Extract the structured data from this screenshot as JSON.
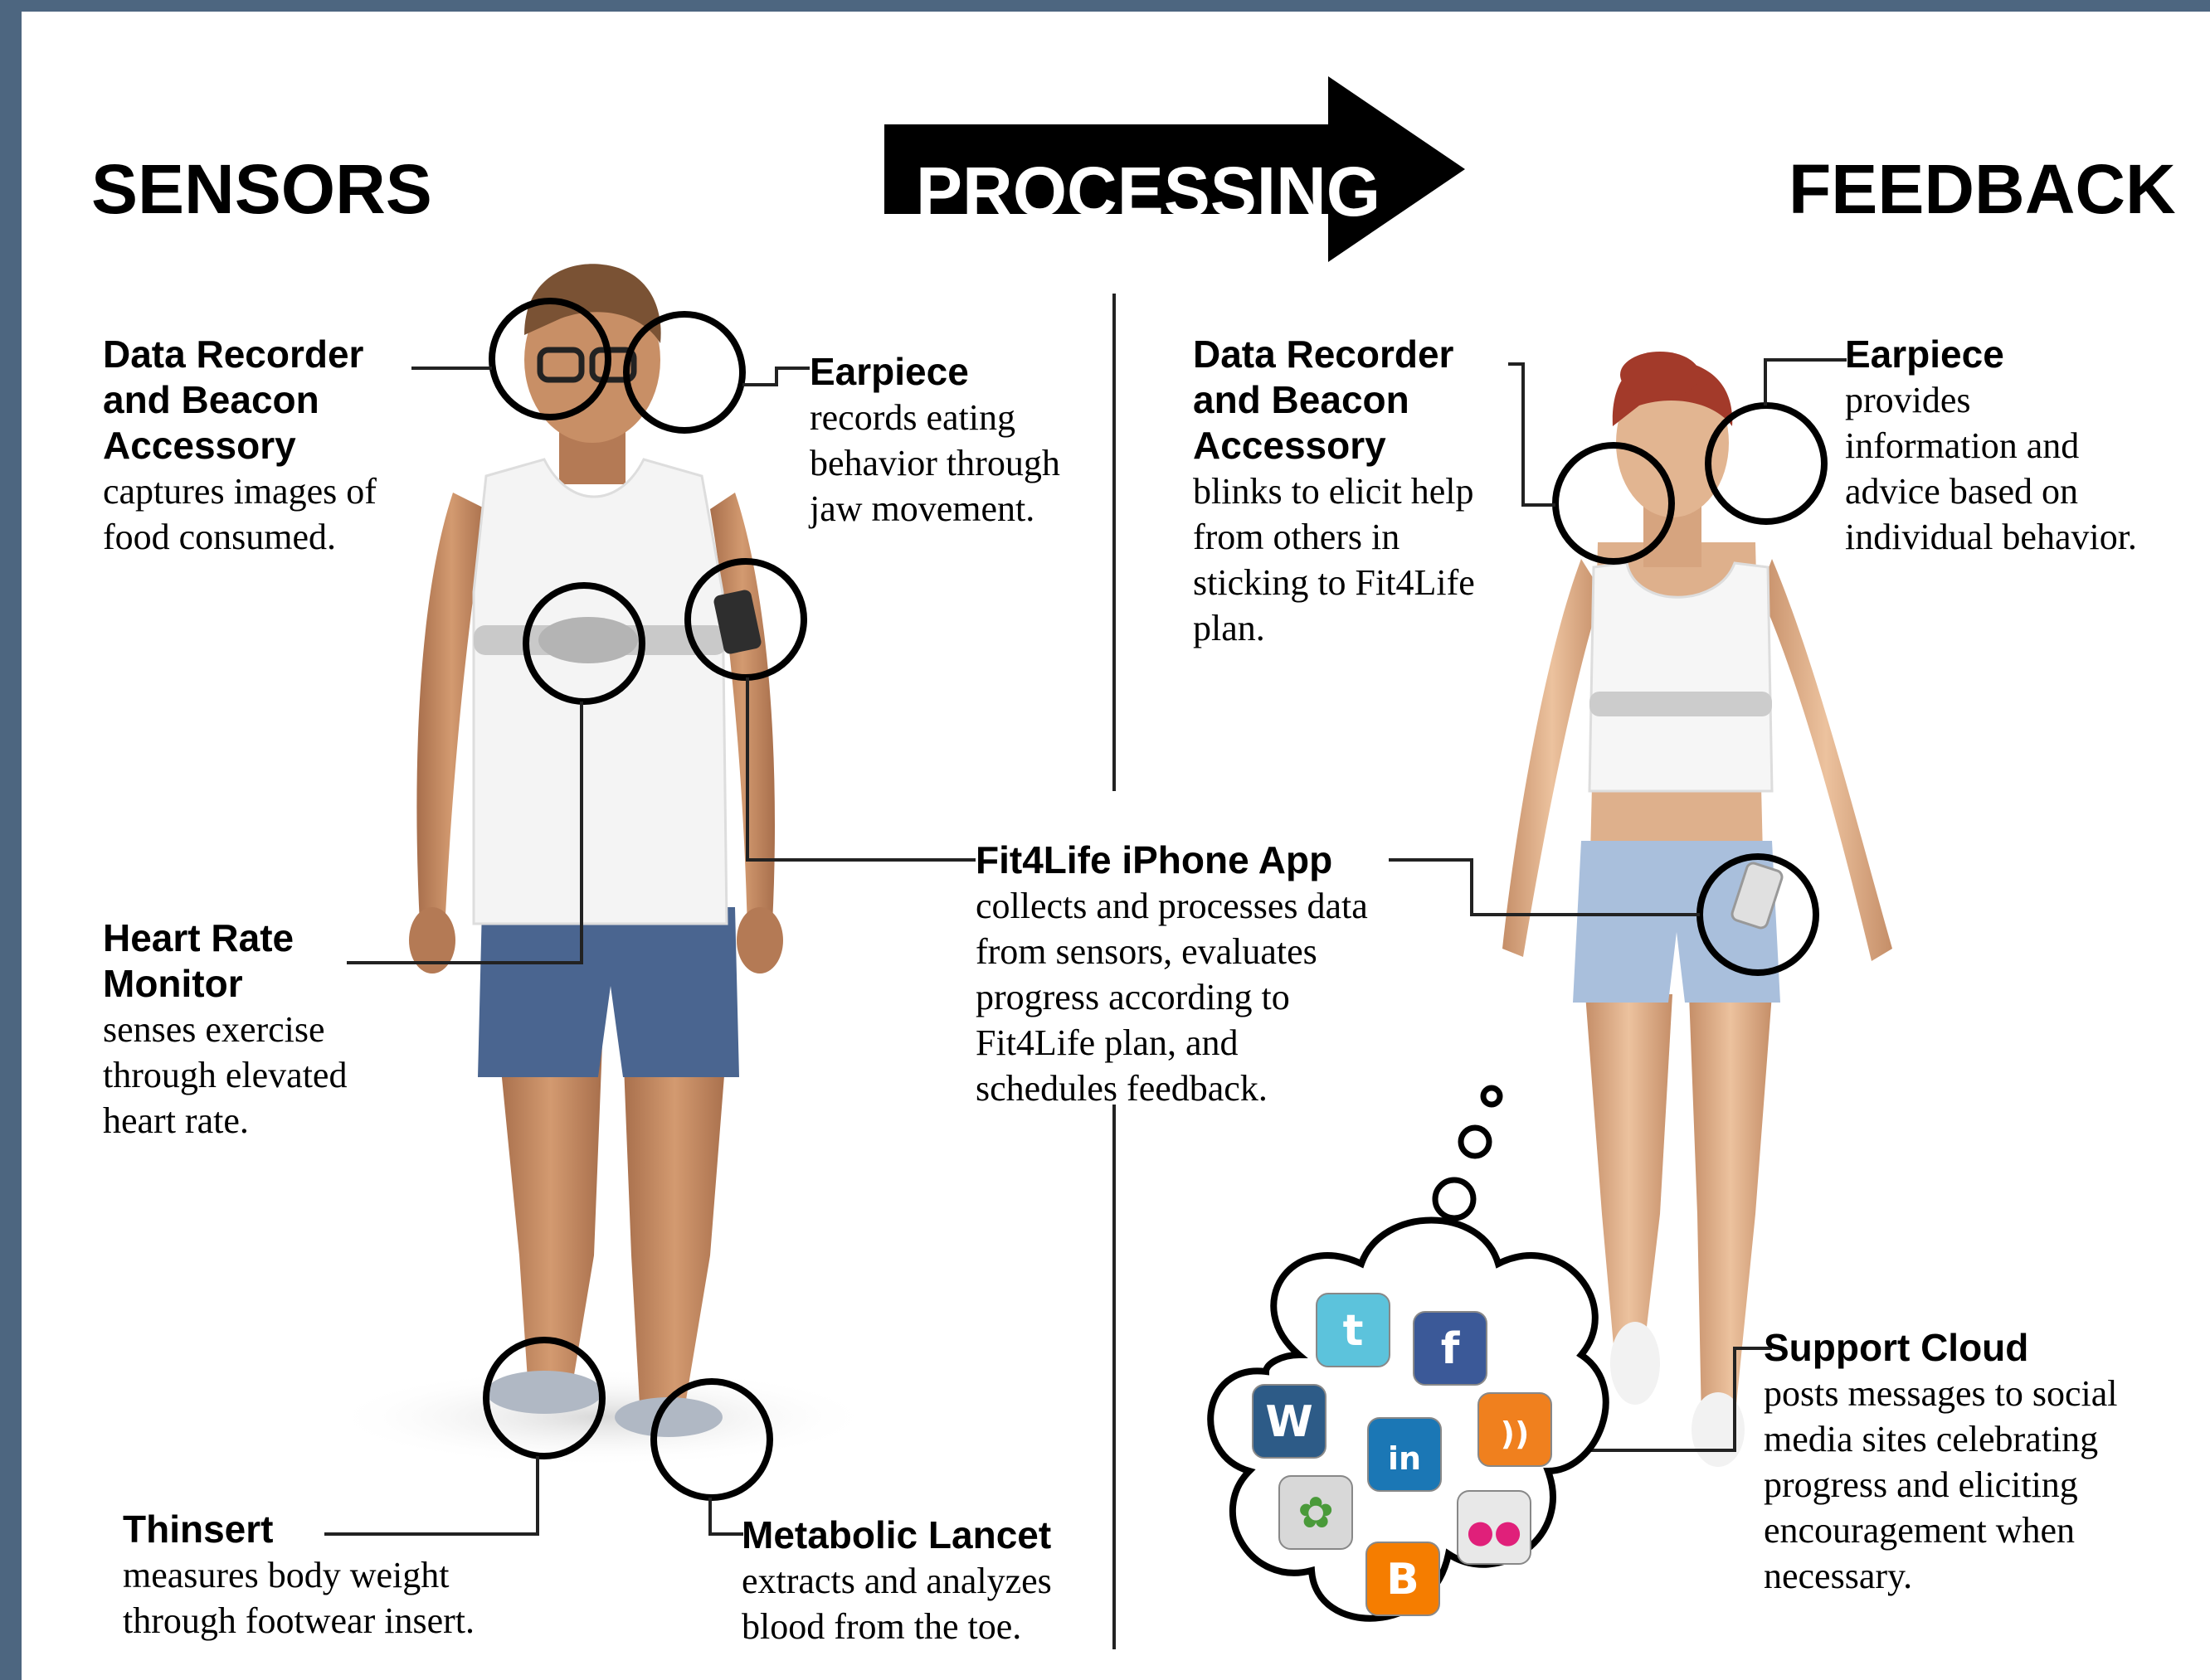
{
  "headings": {
    "sensors": "SENSORS",
    "processing": "PROCESSING",
    "feedback": "FEEDBACK"
  },
  "callouts": {
    "data_recorder_left": {
      "title_lines": [
        "Data Recorder",
        "and Beacon",
        "Accessory"
      ],
      "desc_lines": [
        "captures images of",
        "food consumed."
      ]
    },
    "earpiece_left": {
      "title_lines": [
        "Earpiece"
      ],
      "desc_lines": [
        "records eating",
        "behavior through",
        "jaw movement."
      ]
    },
    "heart_rate": {
      "title_lines": [
        "Heart Rate",
        "Monitor"
      ],
      "desc_lines": [
        "senses exercise",
        "through elevated",
        "heart rate."
      ]
    },
    "thinsert": {
      "title_lines": [
        "Thinsert"
      ],
      "desc_lines": [
        "measures body weight",
        "through footwear insert."
      ]
    },
    "metabolic_lancet": {
      "title_lines": [
        "Metabolic Lancet"
      ],
      "desc_lines": [
        "extracts and analyzes",
        "blood from the toe."
      ]
    },
    "iphone_app": {
      "title_lines": [
        "Fit4Life iPhone App"
      ],
      "desc_lines": [
        "collects and processes data",
        "from sensors, evaluates",
        "progress according to",
        "Fit4Life plan, and",
        "schedules feedback."
      ]
    },
    "data_recorder_right": {
      "title_lines": [
        "Data Recorder",
        "and Beacon",
        "Accessory"
      ],
      "desc_lines": [
        "blinks to elicit help",
        "from others in",
        "sticking to Fit4Life",
        "plan."
      ]
    },
    "earpiece_right": {
      "title_lines": [
        "Earpiece"
      ],
      "desc_lines": [
        "provides",
        "information and",
        "advice based on",
        "individual behavior."
      ]
    },
    "support_cloud": {
      "title_lines": [
        "Support Cloud"
      ],
      "desc_lines": [
        "posts messages to social",
        "media sites celebrating",
        "progress and eliciting",
        "encouragement when",
        "necessary."
      ]
    }
  },
  "social_icons": [
    {
      "name": "twitter-icon",
      "glyph": "t",
      "color": "#5cc3dc"
    },
    {
      "name": "facebook-icon",
      "glyph": "f",
      "color": "#3b5998"
    },
    {
      "name": "wordpress-icon",
      "glyph": "W",
      "color": "#2d5b87"
    },
    {
      "name": "linkedin-icon",
      "glyph": "in",
      "color": "#1b77b5"
    },
    {
      "name": "rss-icon",
      "glyph": "))",
      "color": "#f0801e"
    },
    {
      "name": "picasa-icon",
      "glyph": "✿",
      "color": "#d8d8d8"
    },
    {
      "name": "flickr-icon",
      "glyph": "●●",
      "color": "#e8e8e8"
    },
    {
      "name": "blogger-icon",
      "glyph": "B",
      "color": "#f57d00"
    }
  ],
  "colors": {
    "frame": "#4d6680",
    "skin": "#c98f65",
    "shorts_man": "#4a6590",
    "shorts_woman": "#a9bfdc",
    "hair_woman": "#a33a2a",
    "hair_man": "#7a5234"
  }
}
